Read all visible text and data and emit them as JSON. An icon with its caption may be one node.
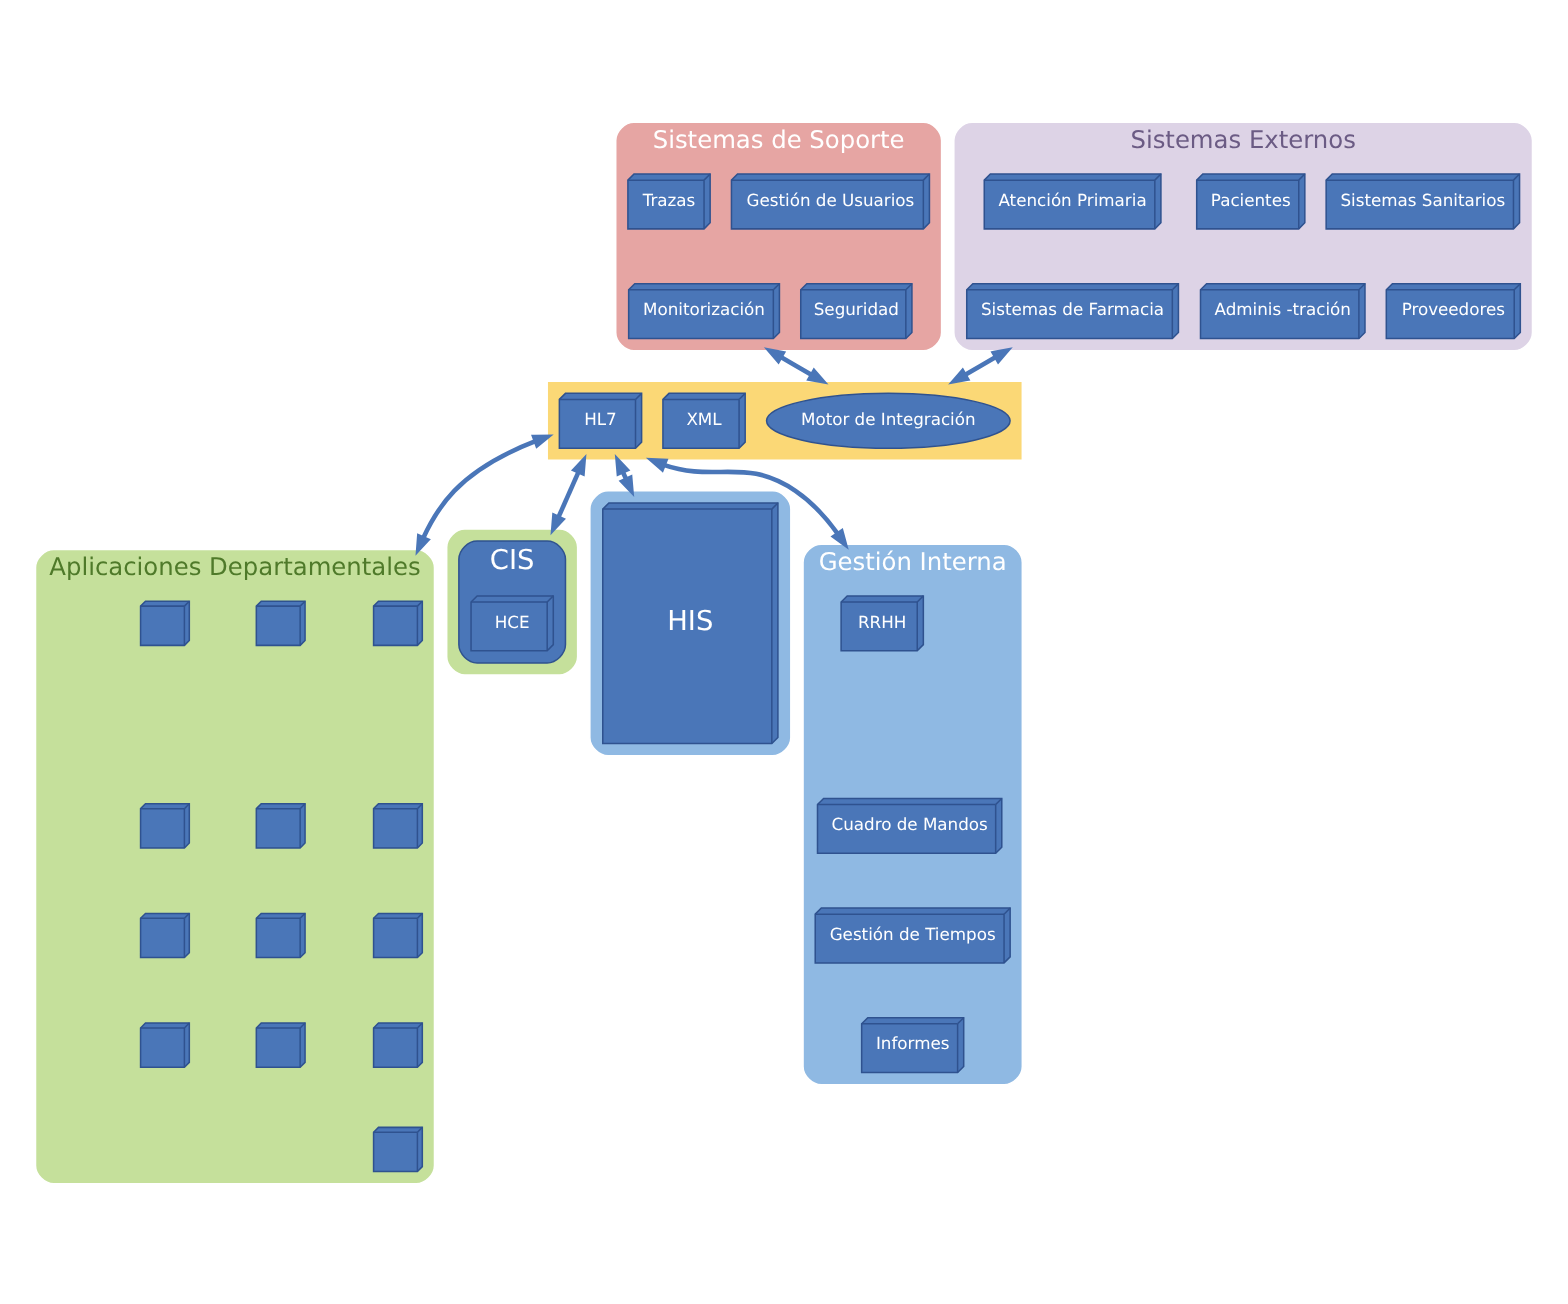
{
  "diagram": {
    "nodes": [
      {
        "text": [
          "Sistemas de Soporte"
        ]
      },
      {
        "text": [
          "Gestión de Usuarios"
        ],
        "in": 0
      },
      {
        "text": [
          "Trazas"
        ],
        "in": 0
      },
      {
        "text": [
          "Seguridad"
        ],
        "in": 0
      },
      {
        "text": [
          "Monitorización"
        ],
        "in": 0
      },
      {
        "text": [
          "Sistemas Externos"
        ]
      },
      {
        "text": [
          "Sistemas Sanitarios"
        ],
        "in": 5
      },
      {
        "text": [
          "Pacientes"
        ],
        "in": 5
      },
      {
        "text": [
          "Atención Primaria"
        ],
        "in": 5
      },
      {
        "text": [
          "Proveedores"
        ],
        "in": 5
      },
      {
        "text": [
          "Adminis -tración"
        ],
        "in": 5
      },
      {
        "text": [
          "Sistemas de Farmacia"
        ],
        "in": 5
      },
      {
        "text": [],
        "shape": "bar"
      },
      {
        "text": [
          "Motor de Integración"
        ],
        "in": 12
      },
      {
        "text": [
          "XML"
        ],
        "in": 12
      },
      {
        "text": [
          "HL7"
        ],
        "in": 12
      },
      {
        "text": [
          "Aplicaciones Departamentales"
        ]
      },
      {
        "text": [],
        "shape": "box",
        "in": 16
      },
      {
        "text": [],
        "shape": "box",
        "in": 16
      },
      {
        "text": [],
        "shape": "box",
        "in": 16
      },
      {
        "text": [],
        "shape": "box",
        "in": 16
      },
      {
        "text": [],
        "shape": "box",
        "in": 16
      },
      {
        "text": [],
        "shape": "box",
        "in": 16
      },
      {
        "text": [],
        "shape": "box",
        "in": 16
      },
      {
        "text": [],
        "shape": "box",
        "in": 16
      },
      {
        "text": [],
        "shape": "box",
        "in": 16
      },
      {
        "text": [],
        "shape": "box",
        "in": 16
      },
      {
        "text": [],
        "shape": "box",
        "in": 16
      },
      {
        "text": [],
        "shape": "box",
        "in": 16
      },
      {
        "text": [],
        "shape": "box",
        "in": 16
      },
      {
        "text": [],
        "shape": "box"
      },
      {
        "text": [
          "CIS"
        ],
        "in": 30
      },
      {
        "text": [
          "HCE"
        ],
        "in": 31
      },
      {
        "text": [],
        "shape": "box"
      },
      {
        "text": [
          "HIS"
        ],
        "in": 33
      },
      {
        "text": [
          "Gestión Interna"
        ]
      },
      {
        "text": [
          "RRHH"
        ],
        "in": 35
      },
      {
        "text": [
          "Cuadro de Mandos"
        ],
        "in": 35
      },
      {
        "text": [
          "Gestión de Tiempos"
        ],
        "in": 35
      },
      {
        "text": [
          "Informes"
        ],
        "in": 35
      }
    ],
    "edges": [
      {
        "from": 0,
        "to": 12,
        "arrow": "both"
      },
      {
        "from": 5,
        "to": 12,
        "arrow": "both"
      },
      {
        "from": 12,
        "to": 16,
        "arrow": "both"
      },
      {
        "from": 12,
        "to": 30,
        "arrow": "both"
      },
      {
        "from": 12,
        "to": 33,
        "arrow": "both"
      },
      {
        "from": 12,
        "to": 35,
        "arrow": "both"
      }
    ]
  }
}
